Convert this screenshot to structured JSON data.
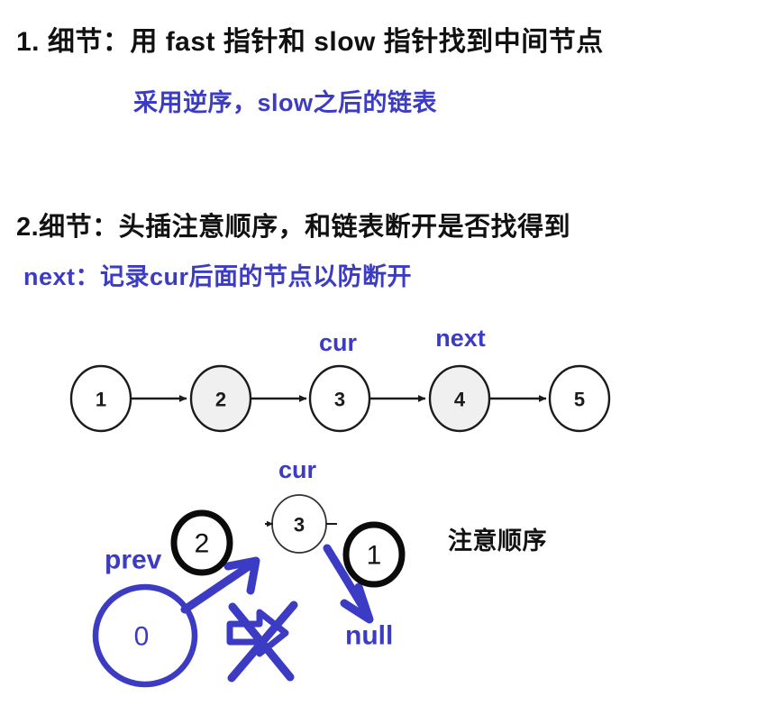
{
  "notes": {
    "line1": "1. 细节：用 fast 指针和 slow 指针找到中间节点",
    "line1_sub": "采用逆序，slow之后的链表",
    "line2": "2.细节：头插注意顺序，和链表断开是否找得到",
    "line2_sub": "next：记录cur后面的节点以防断开",
    "attention": "注意顺序"
  },
  "colors": {
    "ink_black": "#111111",
    "accent_blue": "#3b3bc4",
    "node_fill_gray": "#f0f0f0",
    "node_fill_white": "#ffffff",
    "node_stroke": "#1b1b1b"
  },
  "linked_list": {
    "nodes": [
      {
        "value": "1",
        "fill": "white"
      },
      {
        "value": "2",
        "fill": "gray"
      },
      {
        "value": "3",
        "fill": "white"
      },
      {
        "value": "4",
        "fill": "gray"
      },
      {
        "value": "5",
        "fill": "white"
      }
    ],
    "pointer_labels": [
      {
        "text": "cur",
        "over_node": "3"
      },
      {
        "text": "next",
        "over_node": "4"
      }
    ],
    "arrow_count": 4
  },
  "head_insert_diagram": {
    "cur_label": "cur",
    "cur_node_value": "3",
    "prev_label": "prev",
    "prev_node_value": "0",
    "null_label": "null",
    "step_badges": [
      {
        "order": "1",
        "meaning": "cur points to null"
      },
      {
        "order": "2",
        "meaning": "prev node links to cur"
      }
    ],
    "broken_link_marker": "crossed-out-arrow"
  }
}
